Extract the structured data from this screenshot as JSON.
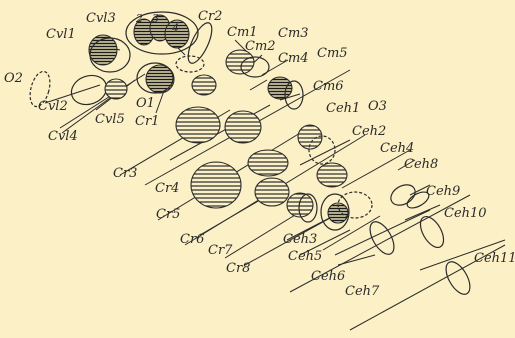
{
  "labels": {
    "cvl1": "Cvl1",
    "cvl3": "Cvl3",
    "n2": "2",
    "n3": "3",
    "n4": "4",
    "cr2": "Cr2",
    "cm1": "Cm1",
    "cm2": "Cm2",
    "cm3": "Cm3",
    "cm4": "Cm4",
    "cm5": "Cm5",
    "cm6": "Cm6",
    "o2": "O2",
    "cvl2": "Cvl2",
    "o1": "O1",
    "cvl5": "Cvl5",
    "cvl4": "Cvl4",
    "cr1": "Cr1",
    "cr3": "Cr3",
    "cr4": "Cr4",
    "ceh1": "Ceh1",
    "o3": "O3",
    "ceh2": "Ceh2",
    "ceh4": "Ceh4",
    "ceh8": "Ceh8",
    "ceh9": "Ceh9",
    "ceh10": "Ceh10",
    "ceh11": "Ceh11",
    "cr5": "Cr5",
    "cr6": "Cr6",
    "cr7": "Cr7",
    "cr8": "Cr8",
    "ceh3": "Ceh3",
    "ceh5": "Ceh5",
    "ceh6": "Ceh6",
    "ceh7": "Ceh7"
  }
}
